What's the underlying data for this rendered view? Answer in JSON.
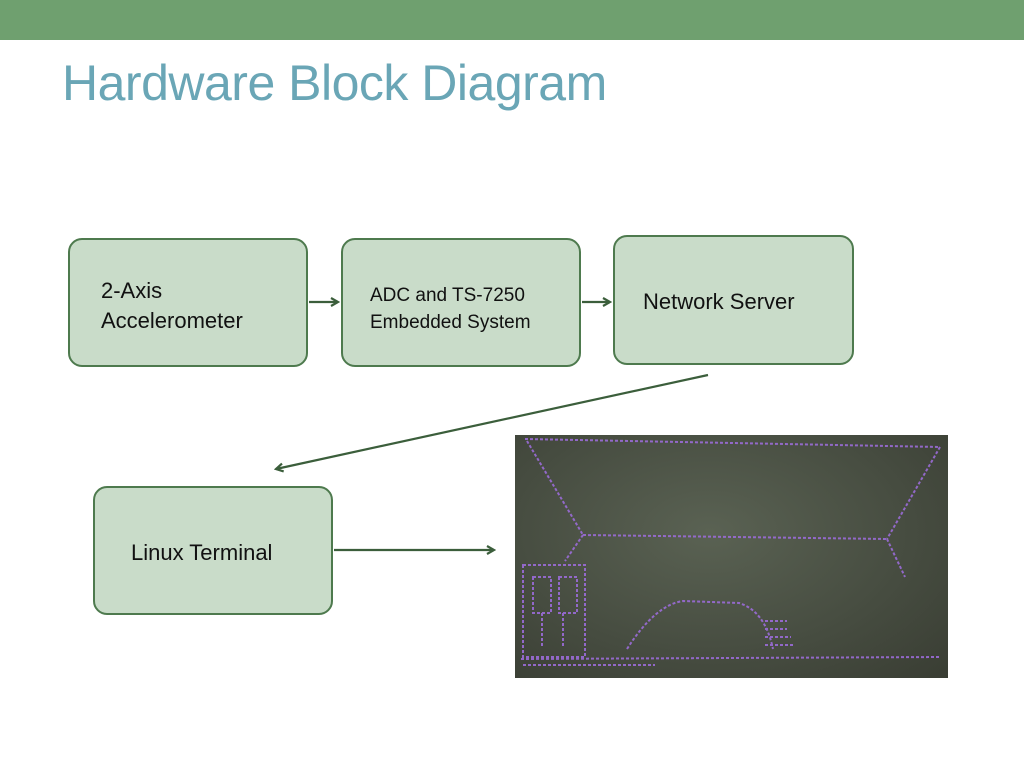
{
  "slide": {
    "title": "Hardware Block Diagram",
    "accent_bar_color": "#6fa06f",
    "title_color": "#6aa6b6"
  },
  "blocks": {
    "accelerometer": "2-Axis\nAccelerometer",
    "adc": "ADC and TS-7250\nEmbedded System",
    "server": "Network Server",
    "terminal": "Linux Terminal"
  },
  "block_style": {
    "fill": "#c9dcc9",
    "border": "#4e7a4e",
    "connector": "#3b5e3b"
  },
  "photo": {
    "description_icon": "terminal-screen-photo",
    "trace_color": "#9b6cd8"
  }
}
